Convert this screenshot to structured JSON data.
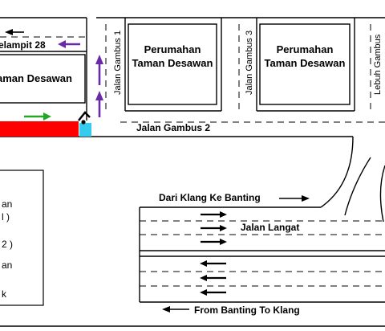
{
  "colors": {
    "background": "#ffffff",
    "lines": "#000000",
    "red_block": "#ff0000",
    "green_arrow": "#22a822",
    "purple_arrow": "#6a2aa8",
    "cyan_mark": "#33ccee"
  },
  "labels": {
    "street_top_left": "elampit 28",
    "block_left": "aman Desawan",
    "block_mid_line1": "Perumahan",
    "block_mid_line2": "Taman Desawan",
    "block_right_line1": "Perumahan",
    "block_right_line2": "Taman Desawan",
    "street_gambus1": "Jalan Gambus 1",
    "street_gambus3": "Jalan Gambus 3",
    "street_lebuh": "Lebuh Gambus",
    "street_gambus2": "Jalan Gambus 2",
    "highway": "Jalan Langat",
    "direction_to_banting": "Dari Klang Ke Banting",
    "direction_to_klang": "From Banting To Klang"
  },
  "legend": {
    "partial_lines": [
      "an",
      "l )",
      "2 )",
      "an",
      "k"
    ]
  },
  "icons": {
    "green": "arrow-right-icon",
    "purple": "arrow-up-icon",
    "black": "arrow-icon",
    "marker": "turn-marker-icon"
  }
}
